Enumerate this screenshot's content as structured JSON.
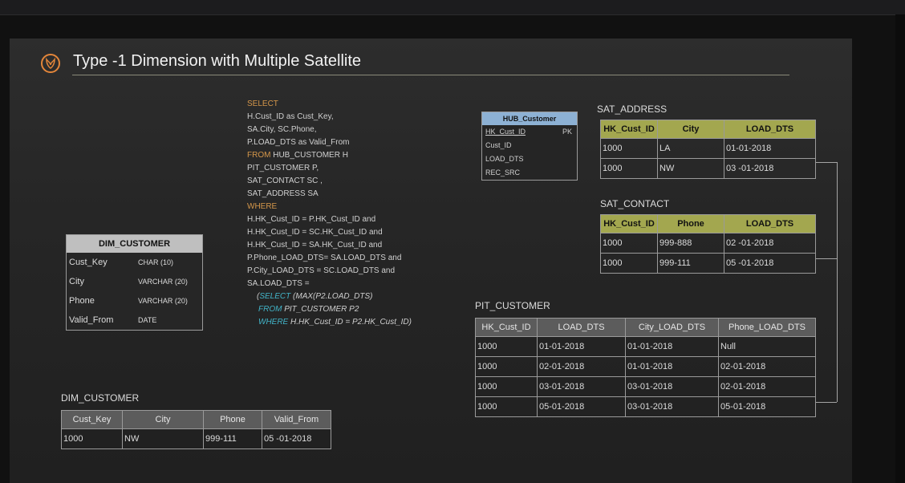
{
  "slide": {
    "title": "Type -1 Dimension with Multiple Satellite"
  },
  "sql": {
    "lines": [
      {
        "text": "SELECT",
        "style": "kw"
      },
      {
        "text": "H.Cust_ID as Cust_Key,",
        "style": ""
      },
      {
        "text": "SA.City, SC.Phone,",
        "style": ""
      },
      {
        "text": "P.LOAD_DTS as Valid_From",
        "style": ""
      },
      {
        "text": "FROM",
        "style": "kw",
        "rest": " HUB_CUSTOMER H"
      },
      {
        "text": "PIT_CUSTOMER P,",
        "style": ""
      },
      {
        "text": "SAT_CONTACT SC ,",
        "style": ""
      },
      {
        "text": "SAT_ADDRESS SA",
        "style": ""
      },
      {
        "text": "WHERE",
        "style": "kw"
      },
      {
        "text": "H.HK_Cust_ID = P.HK_Cust_ID and",
        "style": ""
      },
      {
        "text": "H.HK_Cust_ID = SC.HK_Cust_ID and",
        "style": ""
      },
      {
        "text": "H.HK_Cust_ID = SA.HK_Cust_ID and",
        "style": ""
      },
      {
        "text": "P.Phone_LOAD_DTS= SA.LOAD_DTS and",
        "style": ""
      },
      {
        "text": "P.City_LOAD_DTS = SC.LOAD_DTS and",
        "style": ""
      },
      {
        "text": "SA.LOAD_DTS =",
        "style": ""
      },
      {
        "pre": "(",
        "text": "SELECT",
        "style": "ikw",
        "rest": " (MAX(P2.LOAD_DTS)"
      },
      {
        "text": "FROM",
        "style": "ikw",
        "rest": "  PIT_CUSTOMER P2"
      },
      {
        "text": "WHERE",
        "style": "ikw",
        "rest": " H.HK_Cust_ID = P2.HK_Cust_ID)"
      }
    ]
  },
  "hub": {
    "title": "HUB_Customer",
    "rows": [
      {
        "name": "HK_Cust_ID",
        "pk": "PK"
      },
      {
        "name": "Cust_ID",
        "pk": ""
      },
      {
        "name": "LOAD_DTS",
        "pk": ""
      },
      {
        "name": "REC_SRC",
        "pk": ""
      }
    ]
  },
  "sat_address": {
    "label": "SAT_ADDRESS",
    "headers": [
      "HK_Cust_ID",
      "City",
      "LOAD_DTS"
    ],
    "rows": [
      [
        "1000",
        "LA",
        "01-01-2018"
      ],
      [
        "1000",
        "NW",
        "03 -01-2018"
      ]
    ]
  },
  "sat_contact": {
    "label": "SAT_CONTACT",
    "headers": [
      "HK_Cust_ID",
      "Phone",
      "LOAD_DTS"
    ],
    "rows": [
      [
        "1000",
        "999-888",
        "02 -01-2018"
      ],
      [
        "1000",
        "999-111",
        "05 -01-2018"
      ]
    ]
  },
  "pit": {
    "label": "PIT_CUSTOMER",
    "headers": [
      "HK_Cust_ID",
      "LOAD_DTS",
      "City_LOAD_DTS",
      "Phone_LOAD_DTS"
    ],
    "rows": [
      [
        "1000",
        "01-01-2018",
        "01-01-2018",
        "Null"
      ],
      [
        "1000",
        "02-01-2018",
        "01-01-2018",
        "02-01-2018"
      ],
      [
        "1000",
        "03-01-2018",
        "03-01-2018",
        "02-01-2018"
      ],
      [
        "1000",
        "05-01-2018",
        "03-01-2018",
        "05-01-2018"
      ]
    ]
  },
  "dim_schema": {
    "title": "DIM_CUSTOMER",
    "rows": [
      {
        "name": "Cust_Key",
        "type": "CHAR (10)"
      },
      {
        "name": "City",
        "type": "VARCHAR (20)"
      },
      {
        "name": "Phone",
        "type": "VARCHAR (20)"
      },
      {
        "name": "Valid_From",
        "type": "DATE"
      }
    ]
  },
  "dim_result": {
    "label": "DIM_CUSTOMER",
    "headers": [
      "Cust_Key",
      "City",
      "Phone",
      "Valid_From"
    ],
    "rows": [
      [
        "1000",
        "NW",
        "999-111",
        "05 -01-2018"
      ]
    ]
  },
  "colors": {
    "accent_orange": "#d4964a",
    "accent_teal": "#42b4c8",
    "hub_header": "#8db1d4",
    "sat_header": "#a3a74f"
  }
}
